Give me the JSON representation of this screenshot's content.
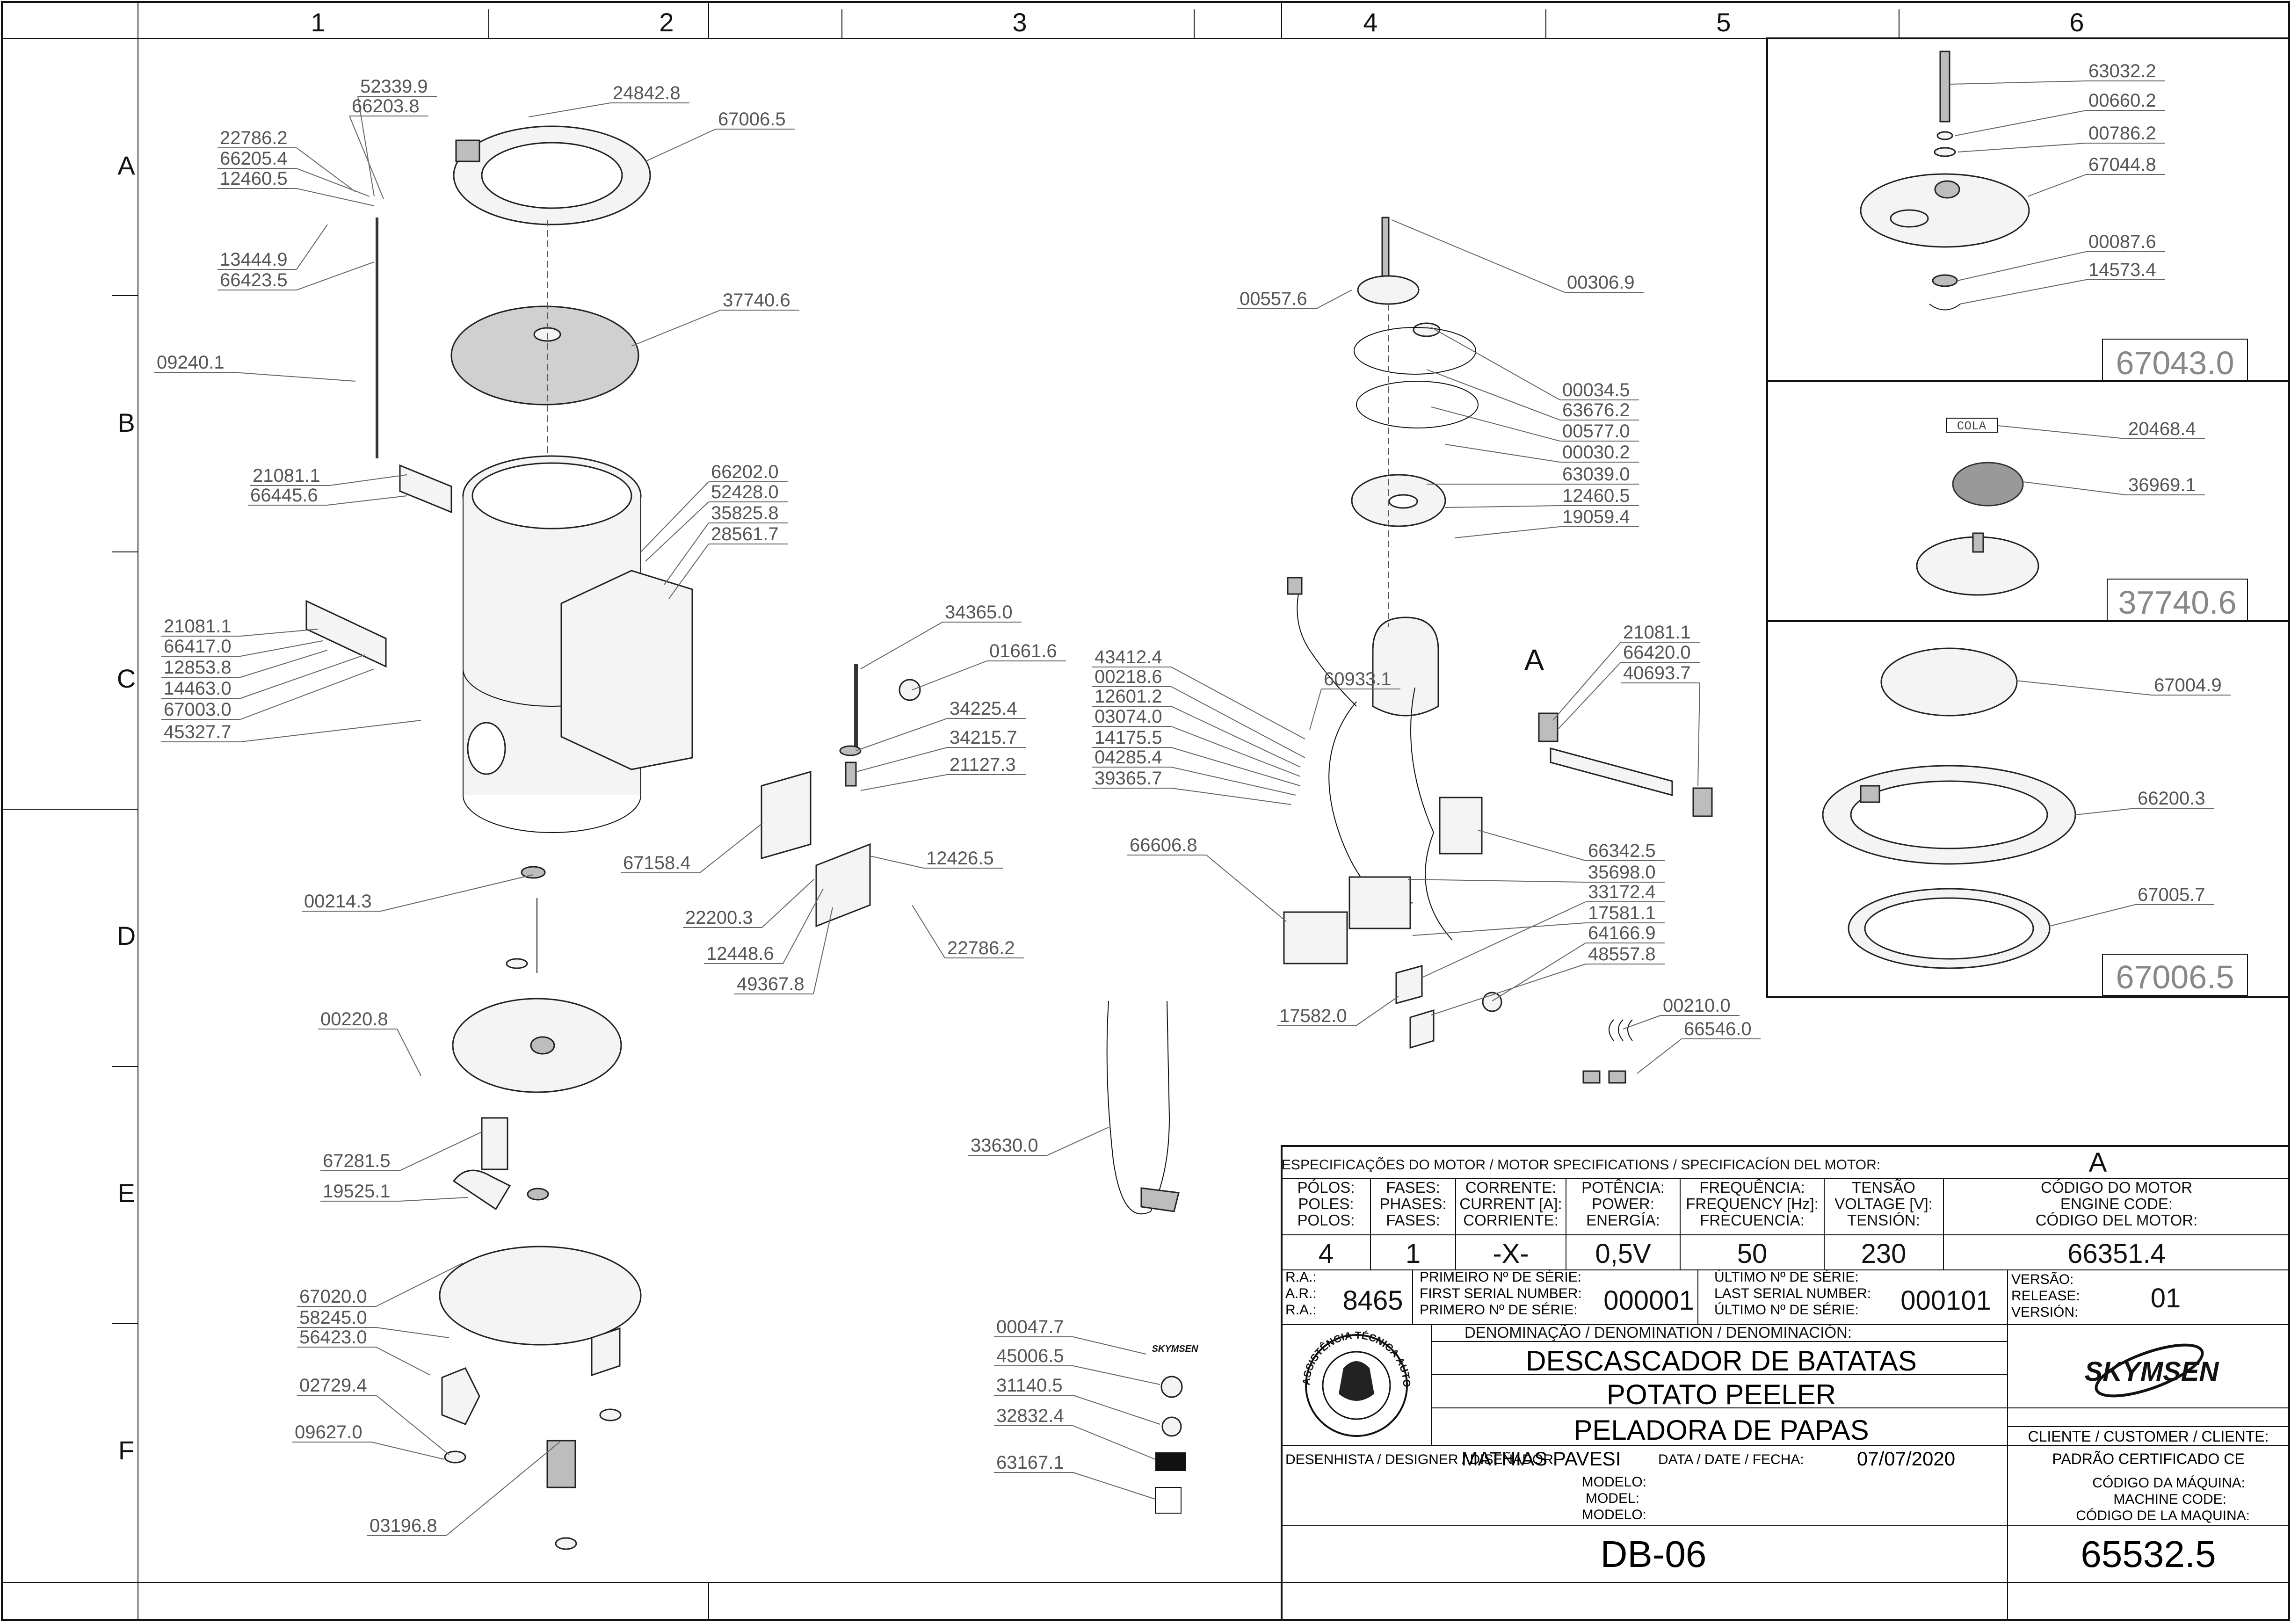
{
  "grid": {
    "columns": [
      "1",
      "2",
      "3",
      "4",
      "5",
      "6"
    ],
    "rows": [
      "A",
      "B",
      "C",
      "D",
      "E",
      "F"
    ]
  },
  "part_labels": {
    "left_assembly": [
      "52339.9",
      "66203.8",
      "24842.8",
      "67006.5",
      "22786.2",
      "66205.4",
      "12460.5",
      "13444.9",
      "66423.5",
      "37740.6",
      "09240.1",
      "21081.1",
      "66445.6",
      "66202.0",
      "52428.0",
      "35825.8",
      "28561.7",
      "21081.1",
      "66417.0",
      "12853.8",
      "14463.0",
      "67003.0",
      "45327.7",
      "00214.3",
      "00220.8",
      "67281.5",
      "19525.1",
      "67020.0",
      "58245.0",
      "56423.0",
      "02729.4",
      "09627.0",
      "03196.8"
    ],
    "middle_assembly": [
      "34365.0",
      "01661.6",
      "34225.4",
      "34215.7",
      "21127.3",
      "67158.4",
      "12426.5",
      "22200.3",
      "12448.6",
      "22786.2",
      "49367.8",
      "33630.0",
      "00047.7",
      "45006.5",
      "31140.5",
      "32832.4",
      "63167.1"
    ],
    "motor_assembly": [
      "00306.9",
      "00557.6",
      "00034.5",
      "63676.2",
      "00577.0",
      "00030.2",
      "63039.0",
      "12460.5",
      "19059.4",
      "43412.4",
      "00218.6",
      "12601.2",
      "03074.0",
      "14175.5",
      "04285.4",
      "39365.7",
      "60933.1",
      "21081.1",
      "66420.0",
      "40693.7",
      "66606.8",
      "66342.5",
      "35698.0",
      "33172.4",
      "17581.1",
      "64166.9",
      "48557.8",
      "17582.0",
      "00210.0",
      "66546.0"
    ],
    "detail_67043": [
      "63032.2",
      "00660.2",
      "00786.2",
      "67044.8",
      "00087.6",
      "14573.4"
    ],
    "detail_37740": [
      "20468.4",
      "36969.1"
    ],
    "detail_67006": [
      "67004.9",
      "66200.3",
      "67005.7"
    ]
  },
  "detail_titles": [
    "67043.0",
    "37740.6",
    "67006.5"
  ],
  "detail_tag": "COLA",
  "motor_callout": "A",
  "motor_spec": {
    "header": "ESPECIFICAÇÕES DO MOTOR / MOTOR SPECIFICATIONS / SPECIFICACÍON DEL MOTOR:",
    "header_value": "A",
    "cols": [
      {
        "h1": "PÓLOS:",
        "h2": "POLES:",
        "h3": "POLOS:",
        "value": "4"
      },
      {
        "h1": "FASES:",
        "h2": "PHASES:",
        "h3": "FASES:",
        "value": "1"
      },
      {
        "h1": "CORRENTE:",
        "h2": "CURRENT [A]:",
        "h3": "CORRIENTE:",
        "value": "-X-"
      },
      {
        "h1": "POTÊNCIA:",
        "h2": "POWER:",
        "h3": "ENERGÍA:",
        "value": "0,5V"
      },
      {
        "h1": "FREQUÊNCIA:",
        "h2": "FREQUENCY [Hz]:",
        "h3": "FRECUENCIA:",
        "value": "50"
      },
      {
        "h1": "TENSÃO",
        "h2": "VOLTAGE [V]:",
        "h3": "TENSIÓN:",
        "value": "230"
      },
      {
        "h1": "CÓDIGO DO MOTOR",
        "h2": "ENGINE CODE:",
        "h3": "CÓDIGO DEL MOTOR:",
        "value": "66351.4"
      }
    ]
  },
  "serial": {
    "ra_labels": [
      "R.A.:",
      "A.R.:",
      "R.A.:"
    ],
    "ra_value": "8465",
    "first_labels": [
      "PRIMEIRO Nº DE SÉRIE:",
      "FIRST SERIAL NUMBER:",
      "PRIMERO Nº DE SÉRIE:"
    ],
    "first_value": "000001",
    "last_labels": [
      "ÚLTIMO Nº DE SÉRIE:",
      "LAST SERIAL NUMBER:",
      "ÚLTIMO Nº DE SÉRIE:"
    ],
    "last_value": "000101",
    "version_labels": [
      "VERSÃO:",
      "RELEASE:",
      "VERSIÓN:"
    ],
    "version_value": "01"
  },
  "denomination": {
    "label": "DENOMINAÇÃO / DENOMINATION / DENOMINACIÓN:",
    "lines": [
      "DESCASCADOR DE BATATAS",
      "POTATO PEELER",
      "PELADORA DE PAPAS"
    ]
  },
  "brand": "SKYMSEN",
  "seal_text": "ASSISTÊNCIA TÉCNICA AUTORIZADA",
  "customer": {
    "label": "CLIENTE / CUSTOMER / CLIENTE:",
    "value": "PADRÃO CERTIFICADO CE"
  },
  "designer": {
    "label": "DESENHISTA / DESIGNER / DISEÑADOR:",
    "value": "MATHIAS PAVESI"
  },
  "date": {
    "label": "DATA / DATE / FECHA:",
    "value": "07/07/2020"
  },
  "model": {
    "labels": [
      "MODELO:",
      "MODEL:",
      "MODELO:"
    ],
    "value": "DB-06"
  },
  "machine_code": {
    "labels": [
      "CÓDIGO DA MÁQUINA:",
      "MACHINE CODE:",
      "CÓDIGO DE LA MAQUINA:"
    ],
    "value": "65532.5"
  }
}
